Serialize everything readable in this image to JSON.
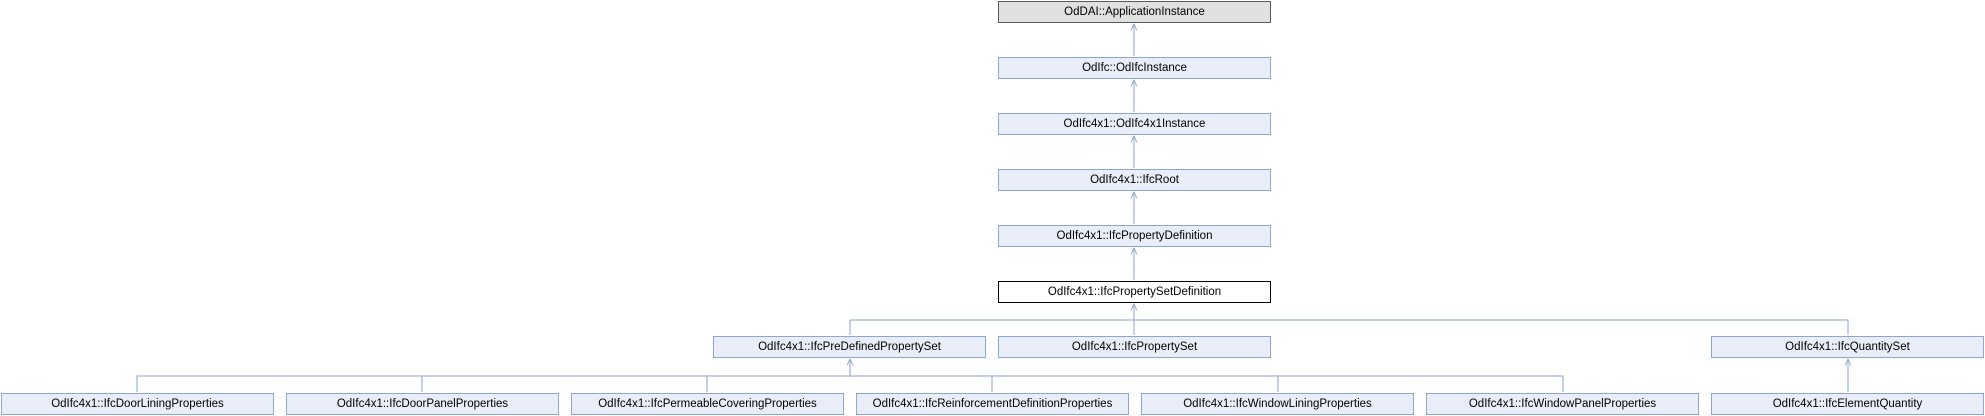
{
  "diagram": {
    "nodes": {
      "app_instance": "OdDAI::ApplicationInstance",
      "odifc_instance": "OdIfc::OdIfcInstance",
      "odifc4x1_instance": "OdIfc4x1::OdIfc4x1Instance",
      "ifc_root": "OdIfc4x1::IfcRoot",
      "ifc_property_definition": "OdIfc4x1::IfcPropertyDefinition",
      "ifc_property_set_definition": "OdIfc4x1::IfcPropertySetDefinition",
      "ifc_predefined_property_set": "OdIfc4x1::IfcPreDefinedPropertySet",
      "ifc_property_set": "OdIfc4x1::IfcPropertySet",
      "ifc_quantity_set": "OdIfc4x1::IfcQuantitySet",
      "ifc_door_lining_properties": "OdIfc4x1::IfcDoorLiningProperties",
      "ifc_door_panel_properties": "OdIfc4x1::IfcDoorPanelProperties",
      "ifc_permeable_covering_properties": "OdIfc4x1::IfcPermeableCoveringProperties",
      "ifc_reinforcement_definition_properties": "OdIfc4x1::IfcReinforcementDefinitionProperties",
      "ifc_window_lining_properties": "OdIfc4x1::IfcWindowLiningProperties",
      "ifc_window_panel_properties": "OdIfc4x1::IfcWindowPanelProperties",
      "ifc_element_quantity": "OdIfc4x1::IfcElementQuantity"
    },
    "colors": {
      "edge": "#8ea6c9",
      "node_fill": "#e8edf7",
      "root_fill": "#e0e0e0",
      "current_fill": "#ffffff"
    }
  }
}
